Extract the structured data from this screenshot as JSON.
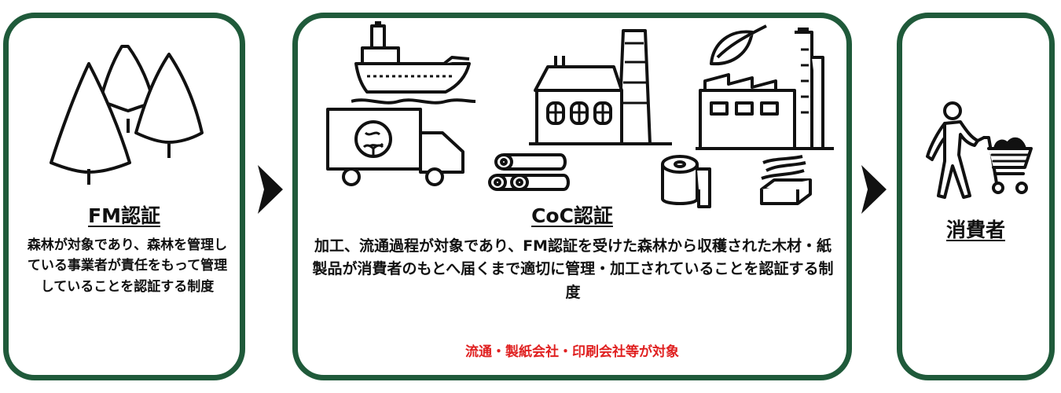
{
  "fm": {
    "heading": "FM認証",
    "description": "森林が対象であり、森林を管理している事業者が責任をもって管理していることを認証する制度"
  },
  "coc": {
    "heading": "CoC認証",
    "description": "加工、流通過程が対象であり、FM認証を受けた森林から収穫された木材・紙製品が消費者のもとへ届くまで適切に管理・加工されていることを認証する制度",
    "note": "流通・製紙会社・印刷会社等が対象"
  },
  "consumer": {
    "heading": "消費者"
  },
  "colors": {
    "panel_border": "#1f5a3a",
    "note_text": "#e02020",
    "arrow": "#111111"
  },
  "icons": [
    "trees-icon",
    "ship-icon",
    "truck-icon",
    "factory-icon",
    "logs-icon",
    "paper-mill-icon",
    "leaf-icon",
    "paper-roll-icon",
    "paper-stack-icon",
    "shopper-icon",
    "chevron-right-icon"
  ]
}
